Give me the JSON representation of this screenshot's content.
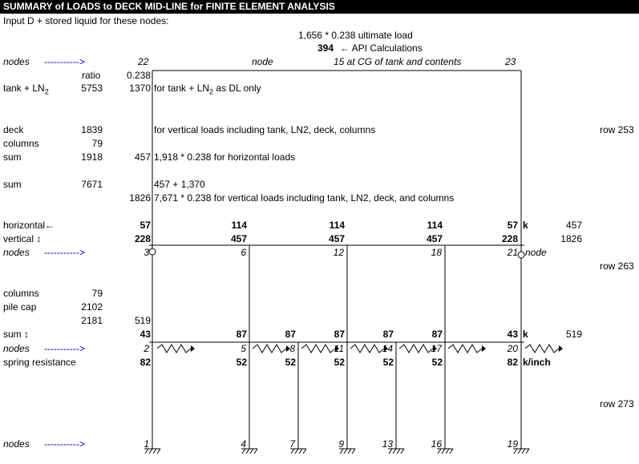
{
  "title": "SUMMARY of LOADS to DECK MID-LINE for FINITE ELEMENT ANALYSIS",
  "input_note": "Input D + stored liquid for these nodes:",
  "ultimate_load": "1,656 * 0.238 ultimate load",
  "api_value": "394",
  "api_label": "← API Calculations",
  "top_nodes": {
    "label": "nodes",
    "arrow": "----------->",
    "left_node": "22",
    "mid_word": "node",
    "cg_note": "15  at CG of tank and contents",
    "right_node": "23"
  },
  "ratio": {
    "label": "ratio",
    "value": "0.238"
  },
  "tank": {
    "label": "tank + LN",
    "sub": "2",
    "value": "5753",
    "dl": "1370",
    "note": "for tank + LN",
    "note_sub": "2",
    "note_tail": " as DL only"
  },
  "deck": {
    "label": "deck",
    "value": "1839",
    "note": "for vertical loads including tank, LN2, deck, columns",
    "row_ref": "row 253"
  },
  "columns1": {
    "label": "columns",
    "value": "79"
  },
  "sum1": {
    "label": "sum",
    "value": "1918",
    "h": "457",
    "note": "1,918 * 0.238 for horizontal loads"
  },
  "sum2": {
    "label": "sum",
    "value": "7671",
    "note1": "457 + 1,370",
    "v": "1826",
    "note2": "7,671 * 0.238 for vertical loads including tank, LN2, deck, and columns"
  },
  "horizontal": {
    "label": "horizontal←",
    "values": [
      "57",
      "114",
      "114",
      "114",
      "57"
    ],
    "unit": "k",
    "total": "457"
  },
  "vertical": {
    "label": "vertical ↕",
    "values": [
      "228",
      "457",
      "457",
      "457",
      "228"
    ],
    "total": "1826"
  },
  "deck_nodes": {
    "label": "nodes",
    "arrow": "----------->",
    "ids": [
      "3",
      "6",
      "12",
      "18",
      "21"
    ],
    "tail": "node",
    "row_ref": "row 263"
  },
  "columns2": {
    "label": "columns",
    "value": "79"
  },
  "pile_cap": {
    "label": "pile cap",
    "value": "2102"
  },
  "sum3": {
    "value": "2181",
    "h": "519"
  },
  "sum_v": {
    "label": "sum ↕",
    "values": [
      "43",
      "87",
      "87",
      "87",
      "87",
      "87",
      "43"
    ],
    "unit": "k",
    "total": "519"
  },
  "cap_nodes": {
    "label": "nodes",
    "arrow": "----------->",
    "ids": [
      "2",
      "5",
      "8",
      "11",
      "14",
      "17",
      "20"
    ]
  },
  "spring": {
    "label": "spring resistance",
    "values": [
      "82",
      "52",
      "52",
      "52",
      "52",
      "52",
      "82"
    ],
    "unit": "k/inch"
  },
  "row_273": "row 273",
  "base_nodes": {
    "label": "nodes",
    "arrow": "----------->",
    "ids": [
      "1",
      "4",
      "7",
      "9",
      "13",
      "16",
      "19"
    ]
  }
}
